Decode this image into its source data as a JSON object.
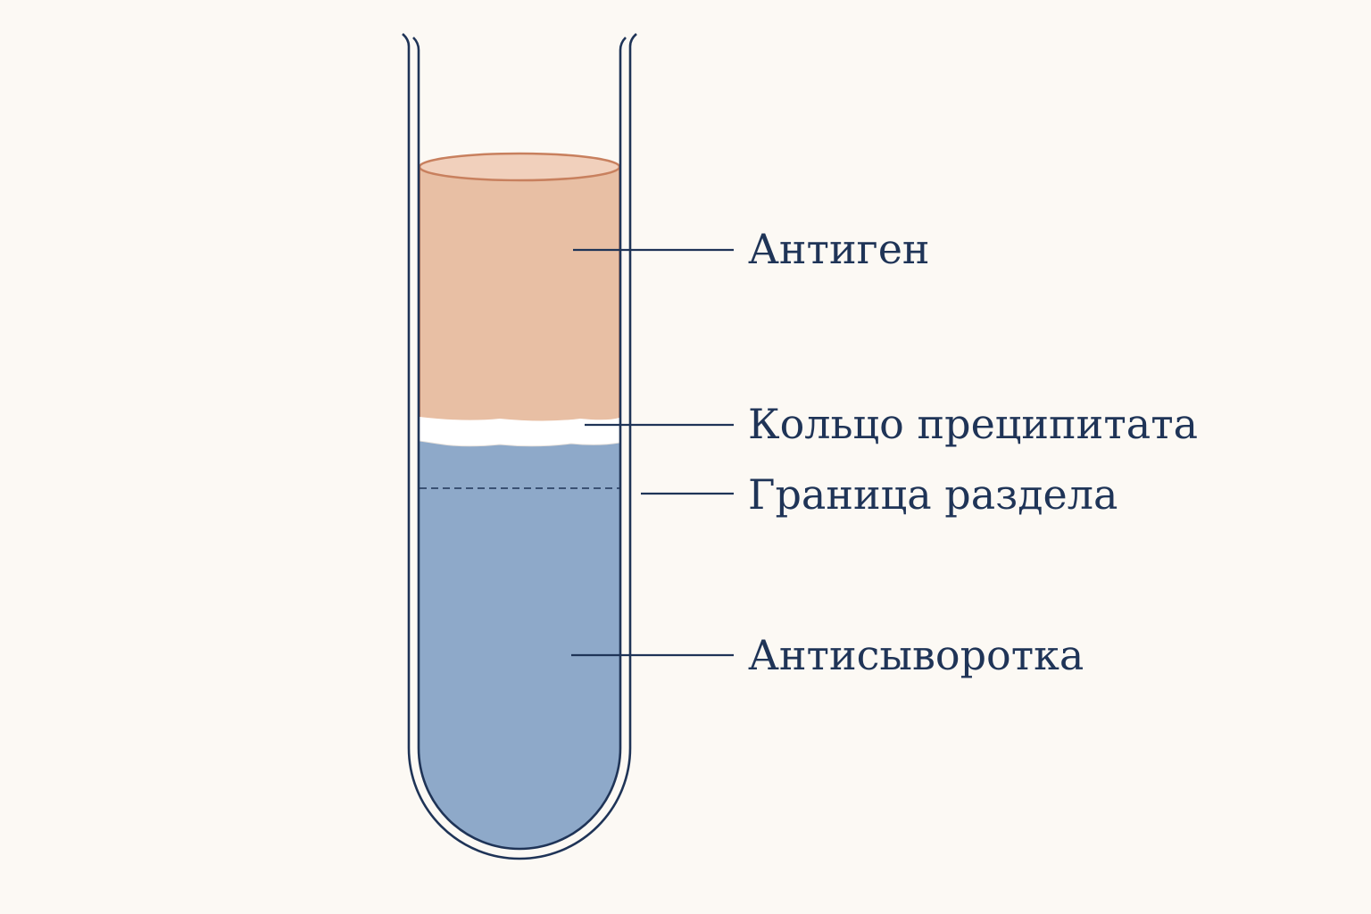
{
  "labels": {
    "antigen": "Антиген",
    "precipitate_ring": "Кольцо преципитата",
    "interface": "Граница раздела",
    "antiserum": "Антисыворотка"
  },
  "colors": {
    "background": "#fcf9f4",
    "outline": "#1f3457",
    "antigen": "#e8bfa4",
    "antigen_top": "#f1d0bc",
    "antigen_edge": "#c8805e",
    "precipitate": "#ffffff",
    "antiserum": "#8ea9c9"
  }
}
